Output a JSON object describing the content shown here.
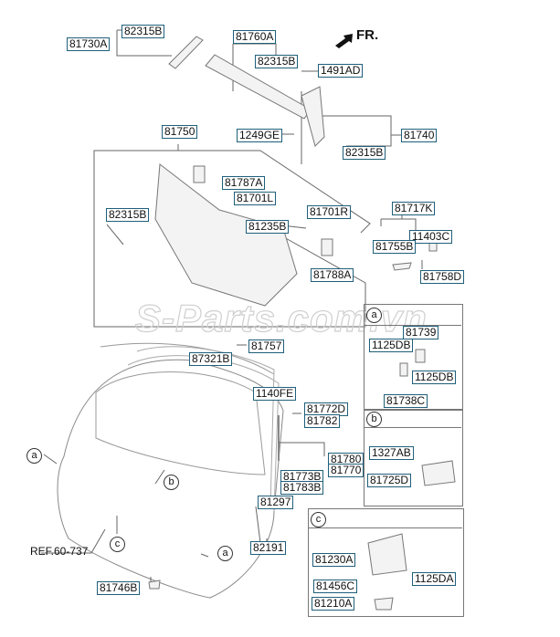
{
  "direction_marker": "FR.",
  "watermark": "S-Parts.com.vn",
  "reference": "REF.60-737",
  "callouts": {
    "a": "a",
    "b": "b",
    "c": "c"
  },
  "parts": {
    "p81730A": "81730A",
    "p82315B_top": "82315B",
    "p81760A": "81760A",
    "p82315B_mid": "82315B",
    "p1491AD": "1491AD",
    "p81750": "81750",
    "p1249GE": "1249GE",
    "p81740": "81740",
    "p82315B_r": "82315B",
    "p81787A": "81787A",
    "p81701L": "81701L",
    "p82315B_l": "82315B",
    "p81701R": "81701R",
    "p81235B": "81235B",
    "p81788A": "81788A",
    "p81717K": "81717K",
    "p11403C": "11403C",
    "p81755B": "81755B",
    "p81758D": "81758D",
    "p81757": "81757",
    "p87321B": "87321B",
    "p1140FE": "1140FE",
    "p81772D": "81772D",
    "p81782": "81782",
    "p81780": "81780",
    "p81770": "81770",
    "p81773B": "81773B",
    "p81783B": "81783B",
    "p81297": "81297",
    "p82191": "82191",
    "p81746B": "81746B"
  },
  "detail_a": {
    "tag": "a",
    "parts": [
      "81739",
      "1125DB",
      "1125DB",
      "81738C"
    ]
  },
  "detail_b": {
    "tag": "b",
    "parts": [
      "1327AB",
      "81725D"
    ]
  },
  "detail_c": {
    "tag": "c",
    "parts": [
      "81230A",
      "1125DA",
      "81456C",
      "81210A"
    ]
  }
}
